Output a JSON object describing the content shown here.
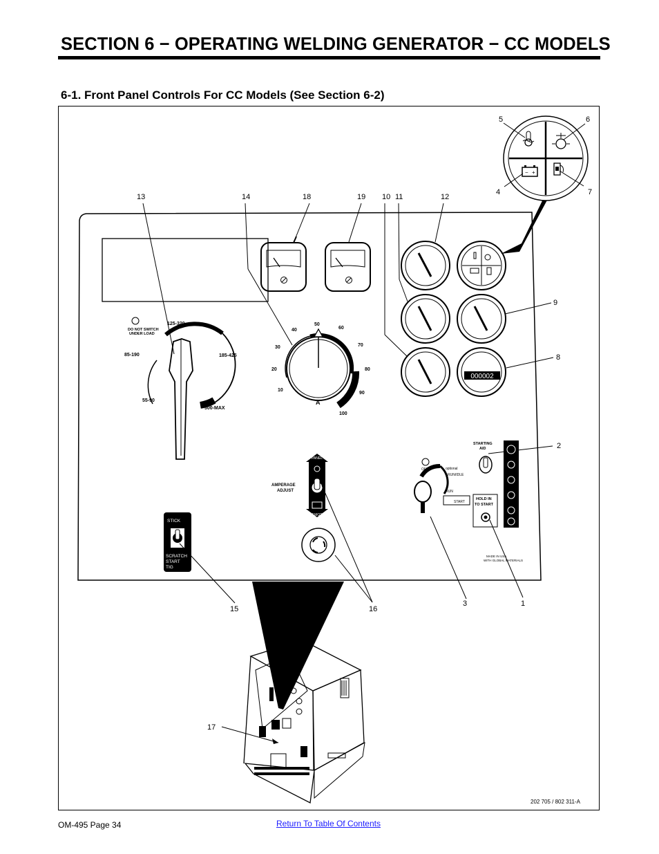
{
  "section_title": "SECTION 6 − OPERATING WELDING GENERATOR − CC MODELS",
  "subsection_title": "6-1.   Front Panel Controls For CC Models (See Section 6-2)",
  "callouts": {
    "c1": "1",
    "c2": "2",
    "c3": "3",
    "c4": "4",
    "c5": "5",
    "c6": "6",
    "c7": "7",
    "c8": "8",
    "c9": "9",
    "c10": "10",
    "c11": "11",
    "c12": "12",
    "c13": "13",
    "c14": "14",
    "c15": "15",
    "c16": "16",
    "c17": "17",
    "c18": "18",
    "c19": "19"
  },
  "range_switch": {
    "do_not_switch": "DO NOT SWITCH",
    "under_load": "UNDER LOAD",
    "r1": "55-90",
    "r2": "85-190",
    "r3": "125-320",
    "r4": "185-425",
    "r5": "300-MAX"
  },
  "amperage_dial": {
    "t10": "10",
    "t20": "20",
    "t30": "30",
    "t40": "40",
    "t50": "50",
    "t60": "60",
    "t70": "70",
    "t80": "80",
    "t90": "90",
    "t100": "100",
    "unit": "A"
  },
  "hour_meter": "000002",
  "amperage_adjust": {
    "line1": "AMPERAGE",
    "line2": "ADJUST",
    "panel": "PANEL",
    "remote": "REMOTE"
  },
  "process_switch": {
    "stick": "STICK",
    "scratch": "SCRATCH",
    "start": "START",
    "tig": "TIG"
  },
  "engine_switch": {
    "off": "OFF",
    "optional": "optional",
    "run_idle": "RUN/IDLE",
    "run": "RUN",
    "start": "START"
  },
  "starting_aid": {
    "line1": "STARTING",
    "line2": "AID"
  },
  "hold_in": {
    "line1": "HOLD IN",
    "line2": "TO START"
  },
  "made_in": {
    "line1": "MADE IN USA",
    "line2": "WITH GLOBAL MATERIALS"
  },
  "drawing_number": "202 705 / 802 311-A",
  "footer_page": "OM-495 Page 34",
  "footer_link": "Return To Table Of Contents"
}
